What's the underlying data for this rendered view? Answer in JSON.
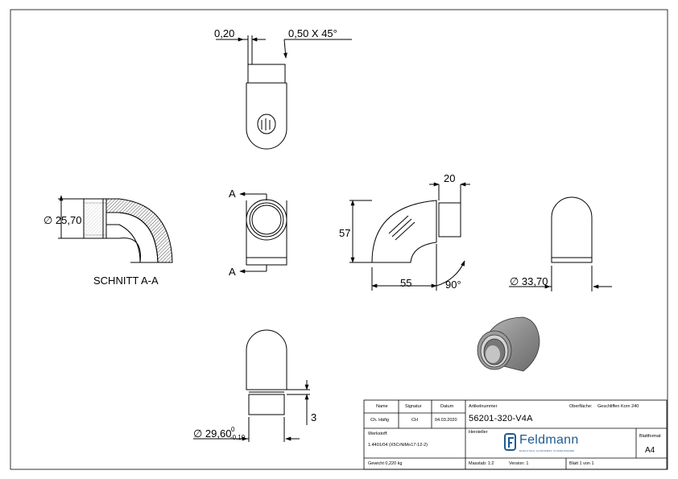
{
  "drawing": {
    "dimensions": {
      "top_chamfer_offset": "0,20",
      "top_chamfer": "0,50 X 45°",
      "section_diameter": "∅ 25,70",
      "section_label": "SCHNITT A-A",
      "section_marker_top": "A",
      "section_marker_bottom": "A",
      "side_width": "20",
      "side_height": "57",
      "side_length": "55",
      "side_angle": "90°",
      "end_diameter": "∅ 33,70",
      "bottom_diameter": "∅ 29,60",
      "bottom_tol_upper": "0",
      "bottom_tol_lower": "-0,10",
      "bottom_length": "3"
    }
  },
  "title_block": {
    "name_header": "Name",
    "signature_header": "Signatur",
    "date_header": "Datum",
    "name_value": "Ch. Häfig",
    "signature_value": "CH",
    "date_value": "04.03.2020",
    "article_label": "Artikelnummer",
    "article_number": "56201-320-V4A",
    "surface_label": "Oberfläche:",
    "surface_value": "Geschliffen Korn 240",
    "material_label": "Werkstoff:",
    "material_value": "1.4401/04 (X5CrNiMo17-12-2)",
    "manufacturer_label": "Hersteller",
    "logo_text": "Feldmann",
    "logo_subtext": "EDELSTAHL HANDWERK SCHWEISSEREI",
    "sheet_format_label": "Blattformat",
    "sheet_format_value": "A4",
    "weight": "Gewicht 0,220 kg",
    "scale": "Masstab: 1:2",
    "version": "Version: 1",
    "sheet": "Blatt 1 von 1"
  }
}
